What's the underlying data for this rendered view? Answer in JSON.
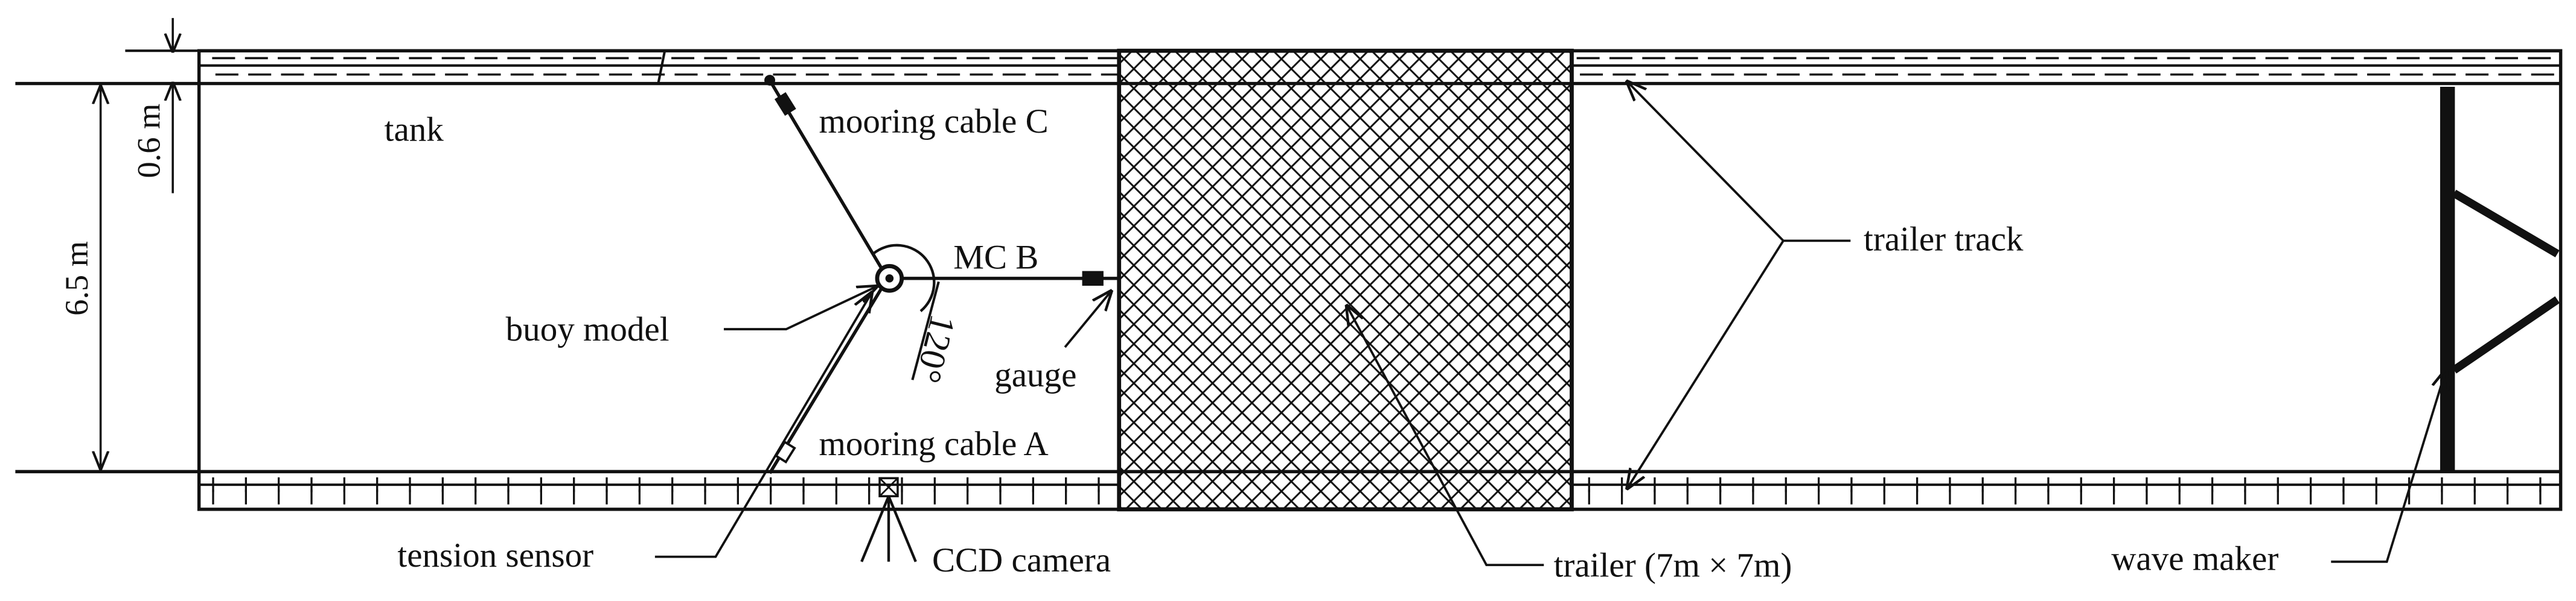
{
  "diagram": {
    "tank_label": "tank",
    "depth_dim_label": "6.5 m",
    "rail_dim_label": "0.6 m",
    "buoy_label": "buoy model",
    "mooring_c_label": "mooring cable C",
    "mooring_b_label": "MC B",
    "mooring_a_label": "mooring cable A",
    "angle_label": "120°",
    "gauge_label": "gauge",
    "tension_label": "tension sensor",
    "camera_label": "CCD camera",
    "trailer_label": "trailer (7m × 7m)",
    "track_label": "trailer track",
    "wavemaker_label": "wave maker"
  }
}
